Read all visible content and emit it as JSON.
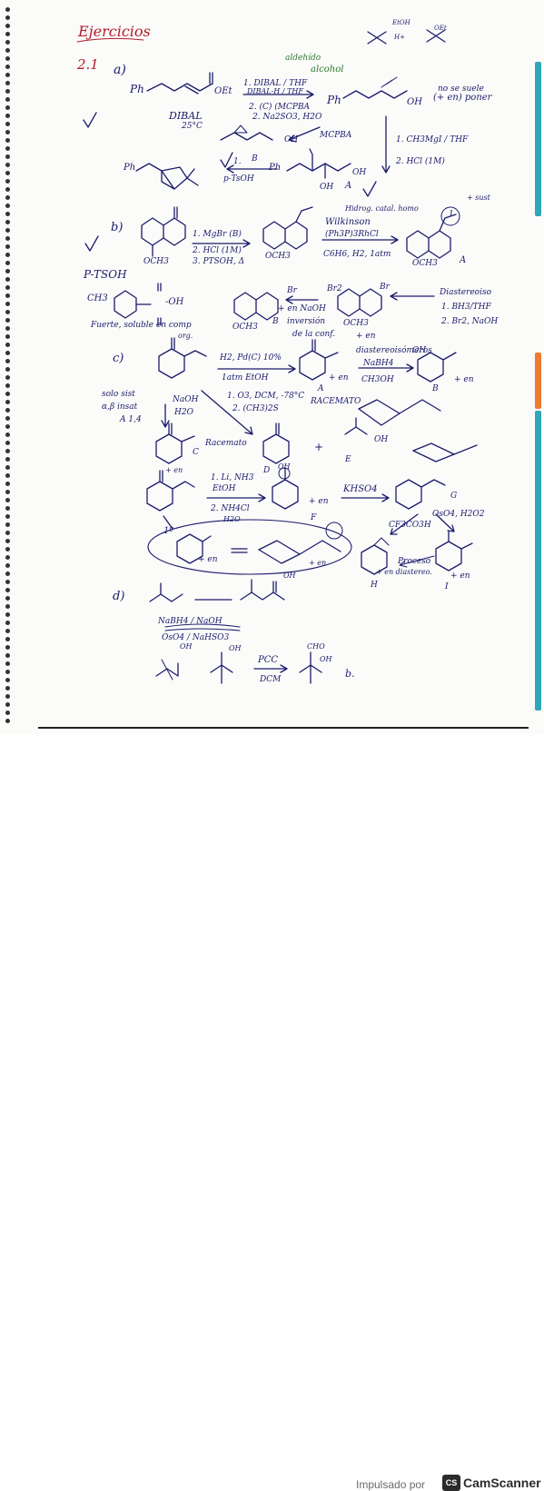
{
  "page": {
    "title": "Ejercicios",
    "exercise_number": "2.1"
  },
  "notes": [
    {
      "id": "a",
      "text": "a)"
    },
    {
      "id": "ph1",
      "text": "Ph"
    },
    {
      "id": "oet",
      "text": "OEt"
    },
    {
      "id": "a_r1",
      "text": "1. DIBAL / THF"
    },
    {
      "id": "a_r1b",
      "text": "DIBAL-H / THF"
    },
    {
      "id": "a_green1",
      "text": "aldehído"
    },
    {
      "id": "a_green2",
      "text": "alcohol"
    },
    {
      "id": "a_r2",
      "text": "2. (C) (MCPBA"
    },
    {
      "id": "a_r2b",
      "text": "2. Na2SO3, H2O"
    },
    {
      "id": "a_ph2",
      "text": "Ph"
    },
    {
      "id": "a_oh1",
      "text": "OH"
    },
    {
      "id": "a_nose",
      "text": "no se suele"
    },
    {
      "id": "a_poner",
      "text": "(+ en) poner"
    },
    {
      "id": "dibal",
      "text": "DIBAL"
    },
    {
      "id": "dibal_t",
      "text": "25°C"
    },
    {
      "id": "a_mcpba",
      "text": "MCPBA"
    },
    {
      "id": "a_oh2",
      "text": "OH"
    },
    {
      "id": "a_grig1",
      "text": "1. CH3MgI / THF"
    },
    {
      "id": "a_grig2",
      "text": "2. HCl (1M)"
    },
    {
      "id": "a_acet",
      "text": "1."
    },
    {
      "id": "a_acet_b",
      "text": "B"
    },
    {
      "id": "a_ptsoh",
      "text": "p-TsOH"
    },
    {
      "id": "a_ph3",
      "text": "Ph"
    },
    {
      "id": "a_ph4",
      "text": "Ph"
    },
    {
      "id": "a_oh3",
      "text": "OH"
    },
    {
      "id": "a_oh4",
      "text": "OH"
    },
    {
      "id": "a_A",
      "text": "A"
    },
    {
      "id": "top_etoh",
      "text": "EtOH"
    },
    {
      "id": "top_h",
      "text": "H+"
    },
    {
      "id": "top_oet",
      "text": "OEt"
    },
    {
      "id": "b",
      "text": "b)"
    },
    {
      "id": "b_ome1",
      "text": "OCH3"
    },
    {
      "id": "b_r1",
      "text": "1. MgBr (B)"
    },
    {
      "id": "b_r2",
      "text": "2. HCl (1M)"
    },
    {
      "id": "b_r3",
      "text": "3. PTSOH, Δ"
    },
    {
      "id": "b_ome2",
      "text": "OCH3"
    },
    {
      "id": "b_h2",
      "text": "Hidrog. catal. homo"
    },
    {
      "id": "b_wilk",
      "text": "Wilkinson"
    },
    {
      "id": "b_wilk2",
      "text": "(Ph3P)3RhCl"
    },
    {
      "id": "b_wilk3",
      "text": "C6H6, H2, 1atm"
    },
    {
      "id": "b_ome3",
      "text": "OCH3"
    },
    {
      "id": "b_A",
      "text": "A"
    },
    {
      "id": "b_1",
      "text": "1"
    },
    {
      "id": "b_sust",
      "text": "+ sust"
    },
    {
      "id": "ptsoh",
      "text": "P-TSOH"
    },
    {
      "id": "ch3",
      "text": "CH3"
    },
    {
      "id": "so3h",
      "text": "-OH"
    },
    {
      "id": "acid_note1",
      "text": "Fuerte, soluble en comp"
    },
    {
      "id": "acid_note2",
      "text": "org."
    },
    {
      "id": "b_ome4",
      "text": "OCH3"
    },
    {
      "id": "b_br1",
      "text": "Br"
    },
    {
      "id": "b_en1",
      "text": "+ en NaOH"
    },
    {
      "id": "b_B",
      "text": "B"
    },
    {
      "id": "b_inv1",
      "text": "inversión"
    },
    {
      "id": "b_inv2",
      "text": "de la conf."
    },
    {
      "id": "b_ome5",
      "text": "OCH3"
    },
    {
      "id": "b_br2",
      "text": "Br"
    },
    {
      "id": "b_br3",
      "text": "Br2"
    },
    {
      "id": "b_en2",
      "text": "+ en"
    },
    {
      "id": "b_diast",
      "text": "Diastereoiso"
    },
    {
      "id": "b_bh3",
      "text": "1. BH3/THF"
    },
    {
      "id": "b_br4",
      "text": "2. Br2, NaOH"
    },
    {
      "id": "c",
      "text": "c)"
    },
    {
      "id": "c_h2",
      "text": "H2, Pd(C) 10%"
    },
    {
      "id": "c_atm",
      "text": "1atm EtOH"
    },
    {
      "id": "c_en1",
      "text": "+ en"
    },
    {
      "id": "c_A",
      "text": "A"
    },
    {
      "id": "c_diast",
      "text": "diastereoisómeros"
    },
    {
      "id": "c_nabh4",
      "text": "NaBH4"
    },
    {
      "id": "c_ch3oh",
      "text": "CH3OH"
    },
    {
      "id": "c_oh",
      "text": "OH"
    },
    {
      "id": "c_B",
      "text": "B"
    },
    {
      "id": "c_en2",
      "text": "+ en"
    },
    {
      "id": "c_racem",
      "text": "RACEMATO"
    },
    {
      "id": "c_o3",
      "text": "1. O3, DCM, -78°C"
    },
    {
      "id": "c_sme2",
      "text": "2. (CH3)2S"
    },
    {
      "id": "c_solo1",
      "text": "solo sist"
    },
    {
      "id": "c_solo2",
      "text": "α,β insat"
    },
    {
      "id": "c_solo3",
      "text": "A 1,4"
    },
    {
      "id": "c_naoh",
      "text": "NaOH"
    },
    {
      "id": "c_h2o",
      "text": "H2O"
    },
    {
      "id": "c_racem2",
      "text": "Racemato"
    },
    {
      "id": "c_C",
      "text": "C"
    },
    {
      "id": "c_en3",
      "text": "+ en"
    },
    {
      "id": "c_D",
      "text": "D"
    },
    {
      "id": "c_plus",
      "text": "+"
    },
    {
      "id": "c_E",
      "text": "E"
    },
    {
      "id": "c_ohE",
      "text": "OH"
    },
    {
      "id": "c_li",
      "text": "1. Li, NH3"
    },
    {
      "id": "c_etoh",
      "text": "EtOH"
    },
    {
      "id": "c_nh4cl",
      "text": "2. NH4Cl"
    },
    {
      "id": "c_h2o2",
      "text": "H2O"
    },
    {
      "id": "c_oh2",
      "text": "OH"
    },
    {
      "id": "c_en4",
      "text": "+ en"
    },
    {
      "id": "c_F",
      "text": "F"
    },
    {
      "id": "c_khso4",
      "text": "KHSO4"
    },
    {
      "id": "c_G",
      "text": "G"
    },
    {
      "id": "c_oso4",
      "text": "OsO4, H2O2"
    },
    {
      "id": "c_cf3",
      "text": "CF3CO3H"
    },
    {
      "id": "c_1o",
      "text": "1º"
    },
    {
      "id": "c_en5",
      "text": "+ en"
    },
    {
      "id": "c_en6",
      "text": "+ en"
    },
    {
      "id": "c_proc",
      "text": "Proceso"
    },
    {
      "id": "c_diast2",
      "text": "+ en diastereo."
    },
    {
      "id": "c_H",
      "text": "H"
    },
    {
      "id": "c_en7",
      "text": "+ en"
    },
    {
      "id": "c_I",
      "text": "I"
    },
    {
      "id": "d",
      "text": "d)"
    },
    {
      "id": "d_oh",
      "text": "OH"
    },
    {
      "id": "d_cross",
      "text": "NaBH4 / NaOH"
    },
    {
      "id": "d_cross2",
      "text": "OsO4 / NaHSO3"
    },
    {
      "id": "d_oh2",
      "text": "OH"
    },
    {
      "id": "d_oh3",
      "text": "OH"
    },
    {
      "id": "d_pcc",
      "text": "PCC"
    },
    {
      "id": "d_dcm",
      "text": "DCM"
    },
    {
      "id": "d_cho",
      "text": "CHO"
    },
    {
      "id": "d_oh4",
      "text": "OH"
    },
    {
      "id": "d_b",
      "text": "b."
    }
  ],
  "footer": {
    "powered": "Impulsado por",
    "logo": "CS",
    "brand": "CamScanner"
  },
  "colors": {
    "ink": "#1b1b6b",
    "red_ink": "#b01a2a",
    "green_ink": "#2c7a2c",
    "tab_teal": "#2fa7b8",
    "tab_orange": "#ee7a2f"
  }
}
